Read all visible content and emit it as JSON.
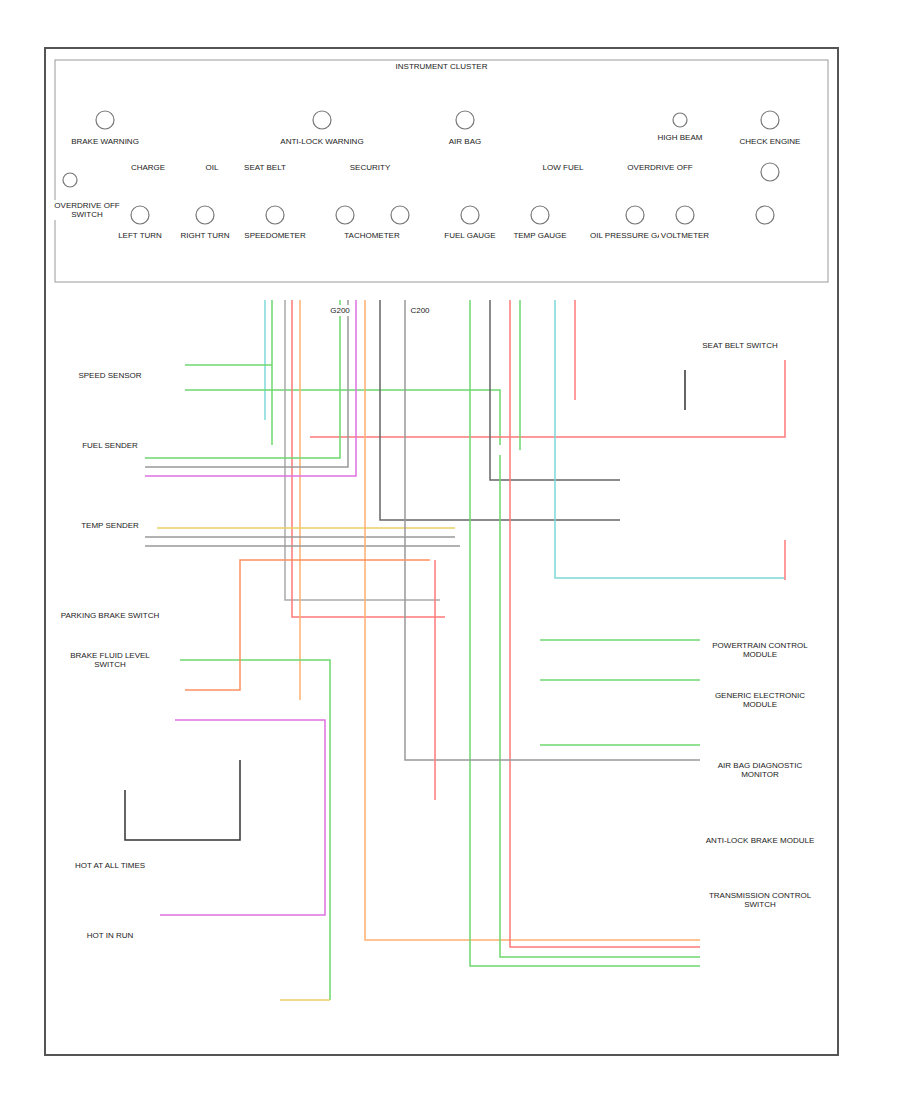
{
  "diagram": {
    "nodes": [
      {
        "text": [
          "INSTRUMENT CLUSTER"
        ]
      }
    ],
    "labels": [
      "BRAKE WARNING",
      "ANTI-LOCK WARNING",
      "AIR BAG",
      "HIGH BEAM",
      "CHECK ENGINE",
      "CHARGE",
      "OIL",
      "SEAT BELT",
      "SECURITY",
      "LOW FUEL",
      "OVERDRIVE OFF",
      "LEFT TURN",
      "RIGHT TURN",
      "SPEEDOMETER",
      "TACHOMETER",
      "FUEL GAUGE",
      "TEMP GAUGE",
      "OIL PRESSURE GAUGE",
      "VOLTMETER",
      "OVERDRIVE OFF SWITCH",
      "SPEED SENSOR",
      "FUEL SENDER",
      "TEMP SENDER",
      "PARKING BRAKE SWITCH",
      "BRAKE FLUID LEVEL SWITCH",
      "HOT AT ALL TIMES",
      "HOT IN RUN",
      "G200",
      "C200",
      "POWERTRAIN CONTROL MODULE",
      "GENERIC ELECTRONIC MODULE",
      "AIR BAG DIAGNOSTIC MONITOR",
      "ANTI-LOCK BRAKE MODULE",
      "TRANSMISSION CONTROL SWITCH",
      "SEAT BELT SWITCH"
    ]
  }
}
